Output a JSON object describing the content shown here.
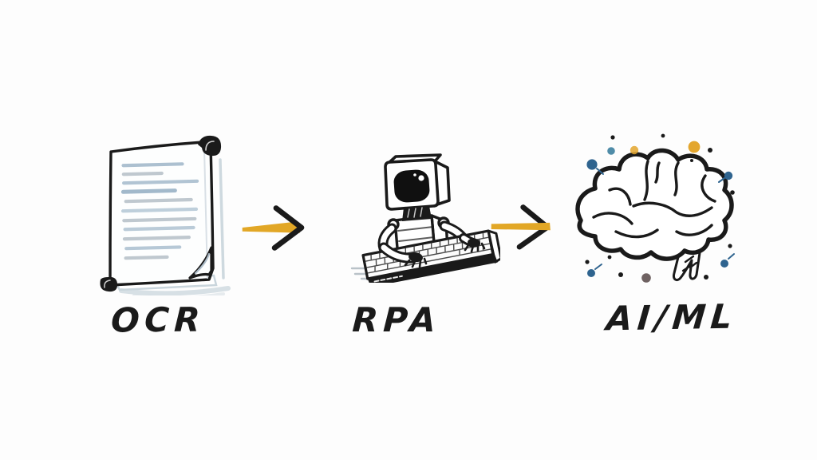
{
  "figure": {
    "stages": [
      {
        "label": "OCR",
        "icon": "document-icon"
      },
      {
        "label": "RPA",
        "icon": "robot-typing-icon"
      },
      {
        "label": "AI/ML",
        "icon": "brain-icon"
      }
    ],
    "arrows": [
      {
        "icon": "arrow-right-icon"
      },
      {
        "icon": "arrow-right-icon"
      }
    ]
  },
  "colors": {
    "background": "#fdfdfd",
    "ink": "#1a1a1a",
    "arrow_gold": "#e2a726",
    "doc_line_blue": "#9db5c8",
    "doc_line_gray": "#bfc8cf",
    "doc_shadow": "#c9d5dc",
    "dot_blue": "#2f648f",
    "dot_teal": "#4f8ca8",
    "dot_gold": "#e3a62e",
    "dot_gray": "#6f6262"
  }
}
